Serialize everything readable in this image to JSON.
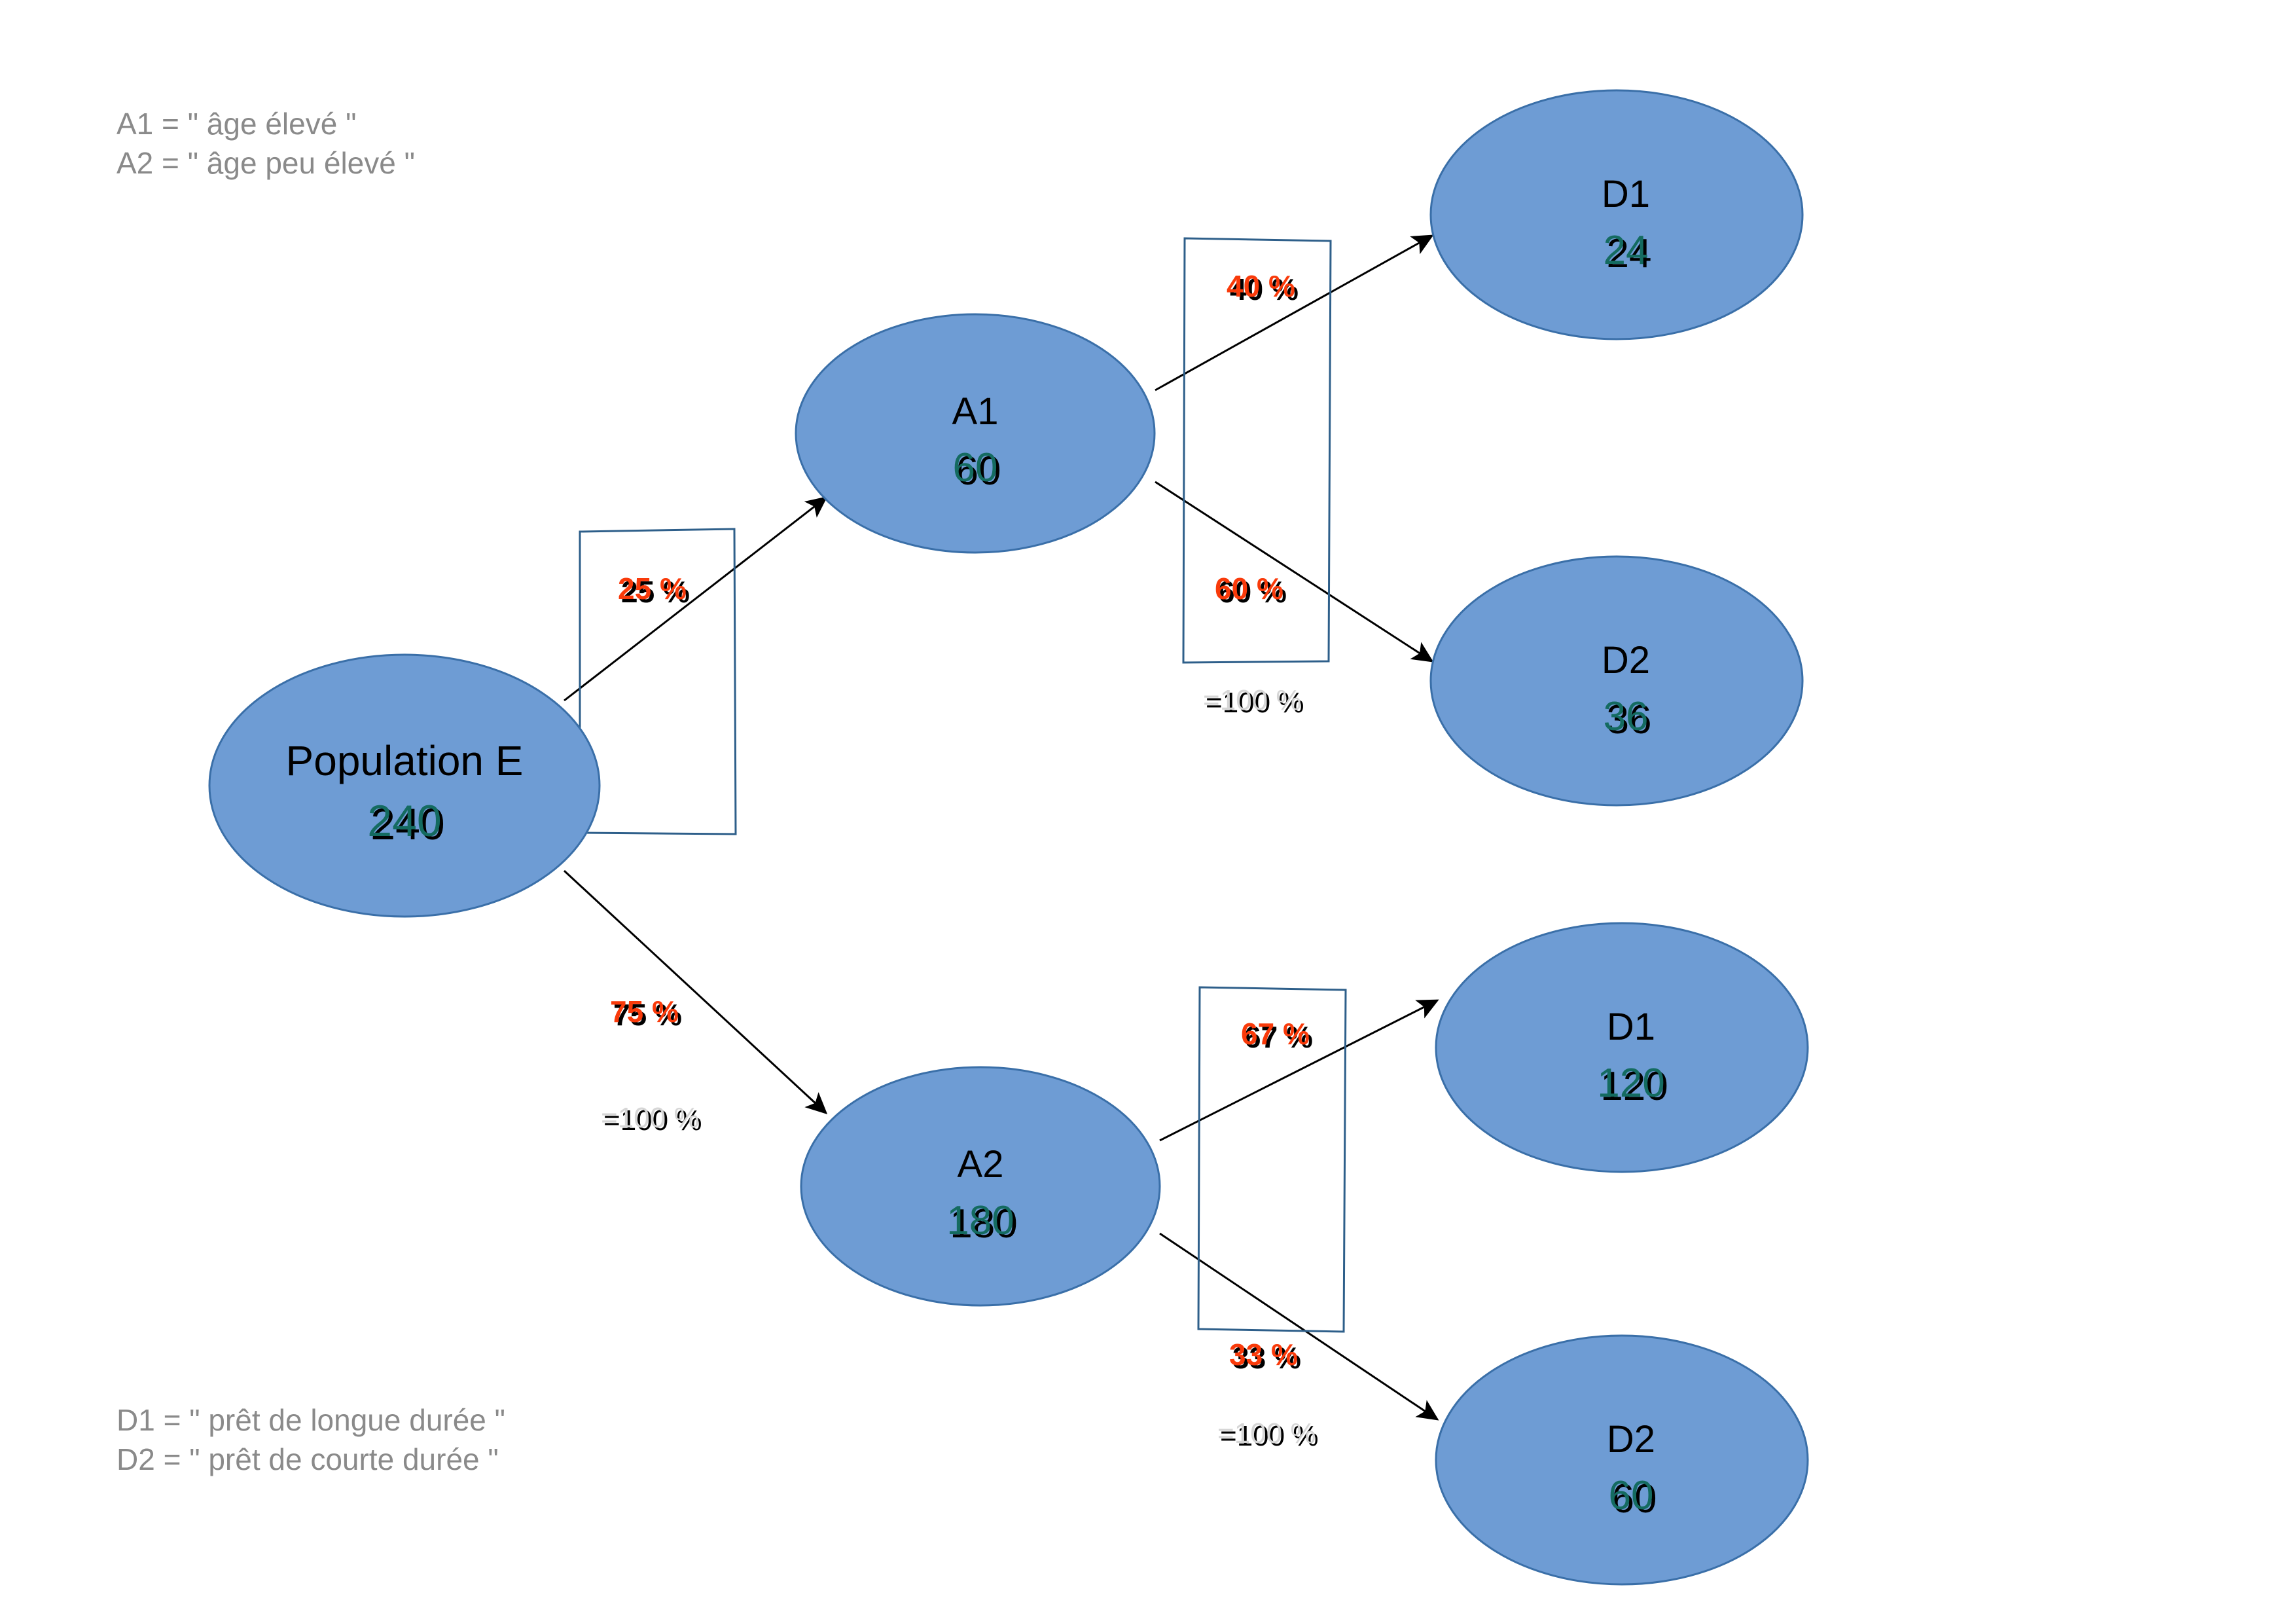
{
  "diagram": {
    "type": "probability-tree",
    "background": "#ffffff",
    "node_fill": "#6E9CD4",
    "node_stroke": "#3A6FA8",
    "count_color": "#146B60",
    "percent_color": "#F93A0A",
    "total_color": "#D6D6D6",
    "legend_color": "#8a8a8a",
    "box_stroke": "#2E5F8A",
    "edge_color": "#000000"
  },
  "legends": {
    "top": "A1 = \" âge élevé \"\nA2 = \" âge peu élevé \"",
    "bottom": "D1 = \" prêt de longue durée \"\nD2 = \" prêt de courte durée \""
  },
  "nodes": {
    "root": {
      "title": "Population E",
      "count": "240"
    },
    "a1": {
      "title": "A1",
      "count": "60"
    },
    "a2": {
      "title": "A2",
      "count": "180"
    },
    "d1_a1": {
      "title": "D1",
      "count": "24"
    },
    "d2_a1": {
      "title": "D2",
      "count": "36"
    },
    "d1_a2": {
      "title": "D1",
      "count": "120"
    },
    "d2_a2": {
      "title": "D2",
      "count": "60"
    }
  },
  "edges": {
    "root_a1": {
      "percent": "25 %"
    },
    "root_a2": {
      "percent": "75 %"
    },
    "a1_d1": {
      "percent": "40 %"
    },
    "a1_d2": {
      "percent": "60 %"
    },
    "a2_d1": {
      "percent": "67 %"
    },
    "a2_d2": {
      "percent": "33 %"
    }
  },
  "totals": {
    "root": "=100 %",
    "a1": "=100 %",
    "a2": "=100 %"
  },
  "chart_data": {
    "type": "tree",
    "title": "",
    "root": {
      "label": "Population E",
      "value": 240,
      "children": [
        {
          "label": "A1",
          "value": 60,
          "share": "25 %",
          "children": [
            {
              "label": "D1",
              "value": 24,
              "share": "40 %"
            },
            {
              "label": "D2",
              "value": 36,
              "share": "60 %"
            }
          ],
          "children_total": "=100 %"
        },
        {
          "label": "A2",
          "value": 180,
          "share": "75 %",
          "children": [
            {
              "label": "D1",
              "value": 120,
              "share": "67 %"
            },
            {
              "label": "D2",
              "value": 60,
              "share": "33 %"
            }
          ],
          "children_total": "=100 %"
        }
      ],
      "children_total": "=100 %"
    }
  }
}
